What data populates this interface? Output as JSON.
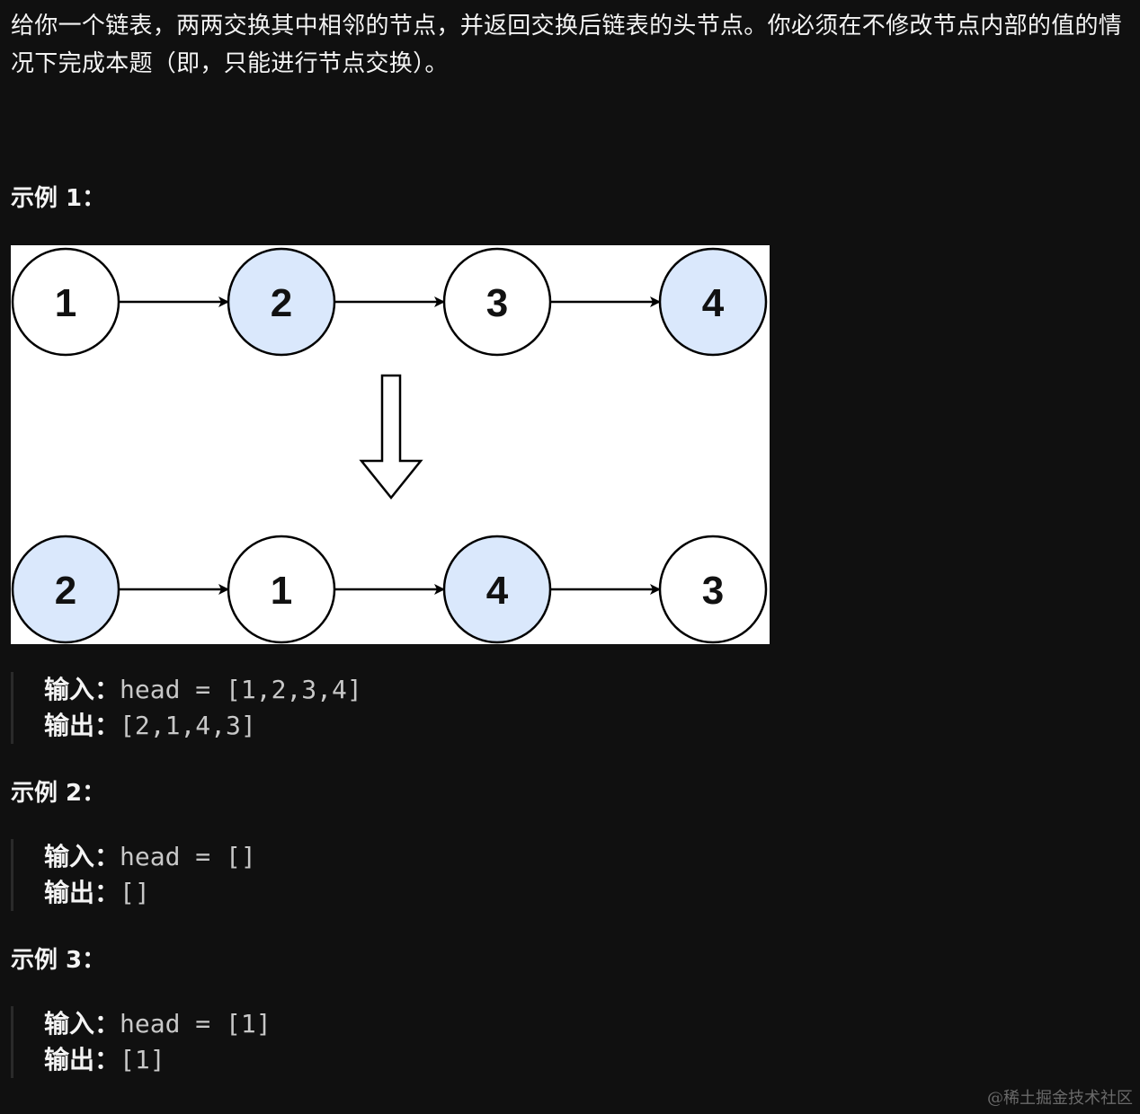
{
  "description": "给你一个链表，两两交换其中相邻的节点，并返回交换后链表的头节点。你必须在不修改节点内部的值的情况下完成本题（即，只能进行节点交换）。",
  "examples": [
    {
      "title": "示例 1：",
      "input_label": "输入：",
      "input_value": "head = [1,2,3,4]",
      "output_label": "输出：",
      "output_value": "[2,1,4,3]"
    },
    {
      "title": "示例 2：",
      "input_label": "输入：",
      "input_value": "head = []",
      "output_label": "输出：",
      "output_value": "[]"
    },
    {
      "title": "示例 3：",
      "input_label": "输入：",
      "input_value": "head = [1]",
      "output_label": "输出：",
      "output_value": "[1]"
    }
  ],
  "diagram": {
    "before": [
      "1",
      "2",
      "3",
      "4"
    ],
    "after": [
      "2",
      "1",
      "4",
      "3"
    ],
    "highlight_values": [
      "2",
      "4"
    ],
    "colors": {
      "highlight_fill": "#dae8fc",
      "plain_fill": "#ffffff",
      "stroke": "#000000"
    }
  },
  "watermark": "@稀土掘金技术社区"
}
